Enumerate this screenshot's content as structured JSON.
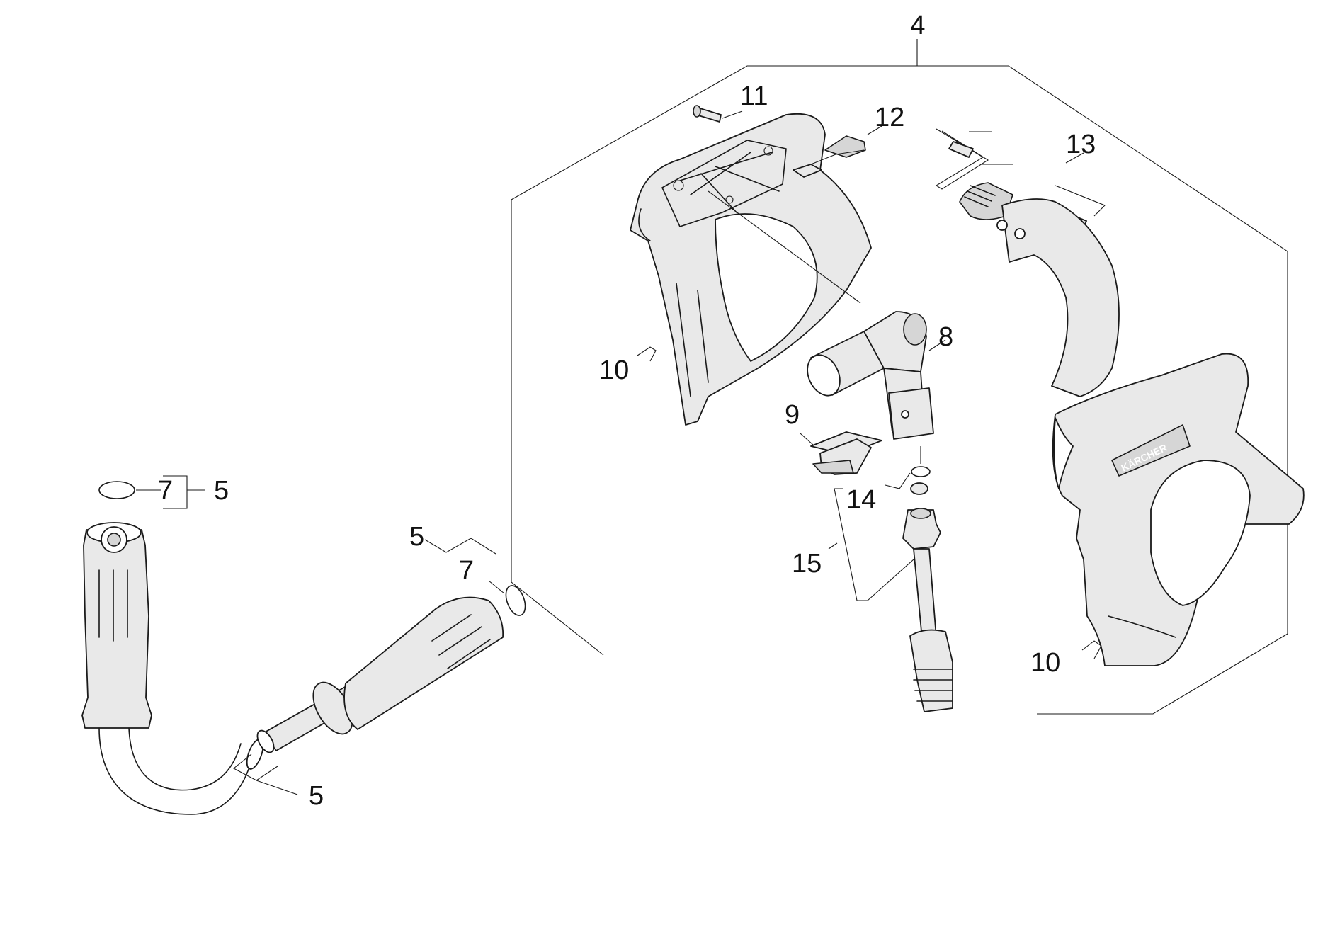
{
  "labels": {
    "group_4": "4",
    "hose_5_top": "5",
    "hose_7_top": "7",
    "hose_5_mid": "5",
    "hose_7_mid": "7",
    "hose_5_bottom": "5",
    "screw_11": "11",
    "button_12": "12",
    "trigger_13": "13",
    "elbow_8": "8",
    "clip_9": "9",
    "shell_left_10": "10",
    "oring_14": "14",
    "nipple_15": "15",
    "shell_right_10": "10"
  },
  "brand_text": "KÄRCHER"
}
